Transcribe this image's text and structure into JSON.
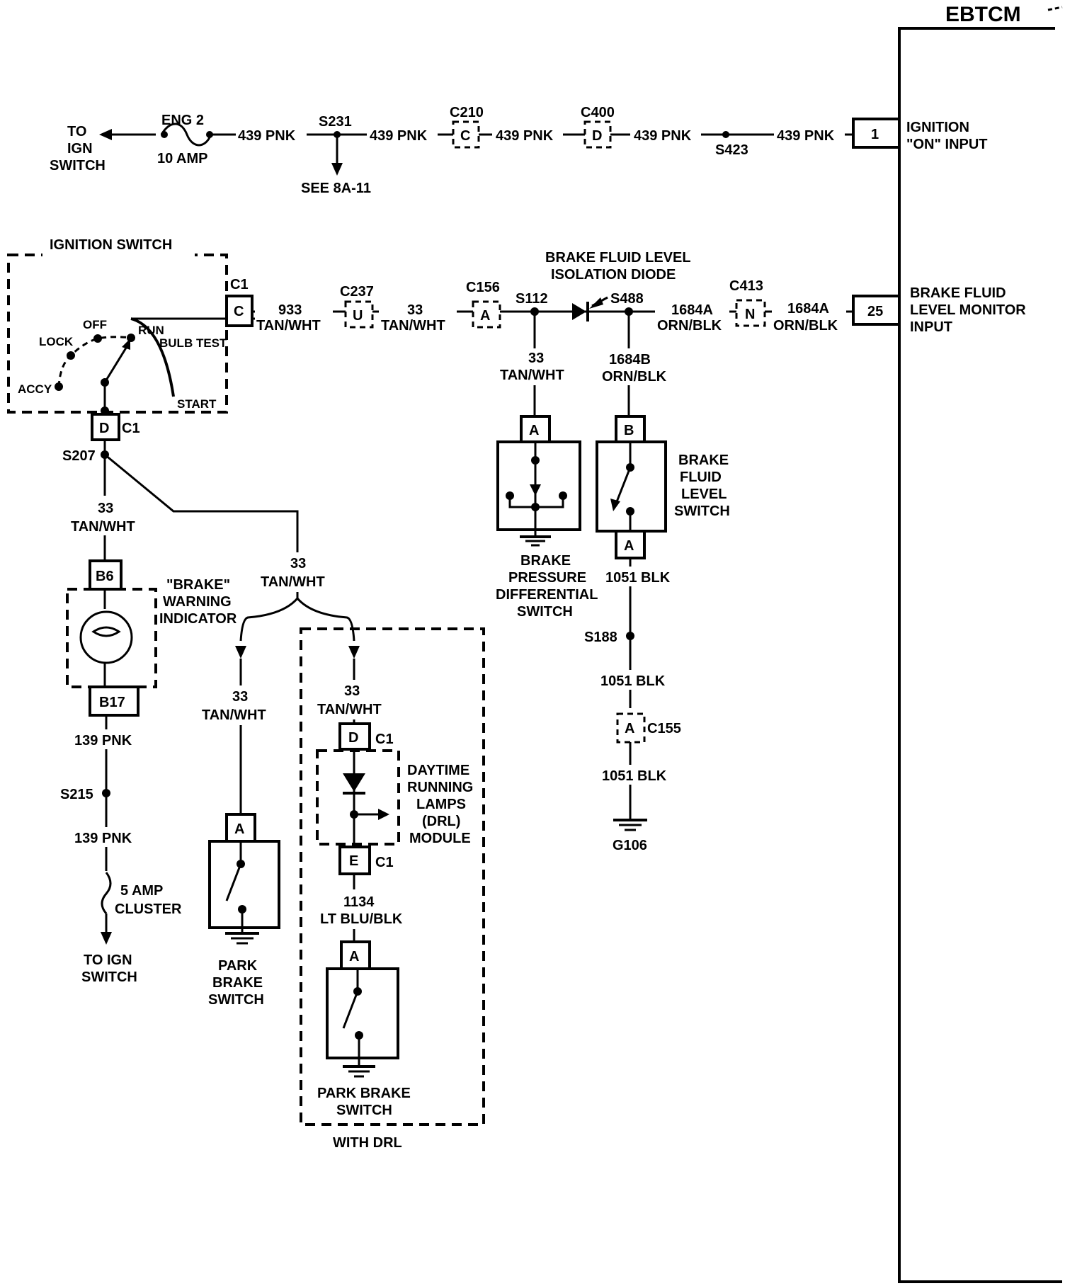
{
  "module": {
    "name": "EBTCM",
    "pin1": "1",
    "pin1_label": [
      "IGNITION",
      "\"ON\" INPUT"
    ],
    "pin25": "25",
    "pin25_label": [
      "BRAKE FLUID",
      "LEVEL MONITOR",
      "INPUT"
    ]
  },
  "ign_feed": {
    "to_ign": [
      "TO",
      "IGN",
      "SWITCH"
    ],
    "fuse_name": "ENG 2",
    "fuse_rating": "10 AMP",
    "wire": "439 PNK",
    "splice_s231": "S231",
    "see_ref": "SEE 8A-11",
    "conn_c210": "C210",
    "conn_c210_pin": "C",
    "conn_c400": "C400",
    "conn_c400_pin": "D",
    "splice_s423": "S423"
  },
  "ign_switch": {
    "title": "IGNITION SWITCH",
    "positions": [
      "ACCY",
      "LOCK",
      "OFF",
      "RUN",
      "BULB TEST",
      "START"
    ],
    "conn_c1": "C1",
    "pin_c": "C",
    "pin_d": "D"
  },
  "mid_wires": {
    "w933": [
      "933",
      "TAN/WHT"
    ],
    "c237": "C237",
    "c237_pin": "U",
    "w33": [
      "33",
      "TAN/WHT"
    ],
    "c156": "C156",
    "c156_pin": "A",
    "s112": "S112",
    "diode_label": [
      "BRAKE FLUID LEVEL",
      "ISOLATION DIODE"
    ],
    "s488": "S488",
    "w1684a_1": [
      "1684A",
      "ORN/BLK"
    ],
    "c413": "C413",
    "c413_pin": "N",
    "w1684a_2": [
      "1684A",
      "ORN/BLK"
    ]
  },
  "pressure_switch": {
    "wire": [
      "33",
      "TAN/WHT"
    ],
    "pin": "A",
    "label": [
      "BRAKE",
      "PRESSURE",
      "DIFFERENTIAL",
      "SWITCH"
    ]
  },
  "fluid_switch": {
    "wire": [
      "1684B",
      "ORN/BLK"
    ],
    "pin_top": "B",
    "pin_bottom": "A",
    "label": [
      "BRAKE",
      "FLUID",
      "LEVEL",
      "SWITCH"
    ],
    "wire_blk1": "1051 BLK",
    "s188": "S188",
    "wire_blk2": "1051 BLK",
    "c155": "C155",
    "c155_pin": "A",
    "wire_blk3": "1051 BLK",
    "ground": "G106"
  },
  "left_branch": {
    "s207": "S207",
    "conn_c1": "C1",
    "wire": [
      "33",
      "TAN/WHT"
    ],
    "b6": "B6",
    "indicator": [
      "\"BRAKE\"",
      "WARNING",
      "INDICATOR"
    ],
    "b17": "B17",
    "w139a": "139 PNK",
    "s215": "S215",
    "w139b": "139 PNK",
    "fuse": [
      "5 AMP",
      "CLUSTER"
    ],
    "to_ign": [
      "TO IGN",
      "SWITCH"
    ]
  },
  "park_branch": {
    "wire_main": [
      "33",
      "TAN/WHT"
    ],
    "wire_left": [
      "33",
      "TAN/WHT"
    ],
    "pin": "A",
    "label": [
      "PARK",
      "BRAKE",
      "SWITCH"
    ]
  },
  "drl_branch": {
    "wire": [
      "33",
      "TAN/WHT"
    ],
    "pin_d": "D",
    "c1a": "C1",
    "module": [
      "DAYTIME",
      "RUNNING",
      "LAMPS",
      "(DRL)",
      "MODULE"
    ],
    "pin_e": "E",
    "c1b": "C1",
    "wire_1134": [
      "1134",
      "LT BLU/BLK"
    ],
    "pin_a": "A",
    "label": [
      "PARK BRAKE",
      "SWITCH"
    ],
    "with_drl": "WITH DRL"
  }
}
